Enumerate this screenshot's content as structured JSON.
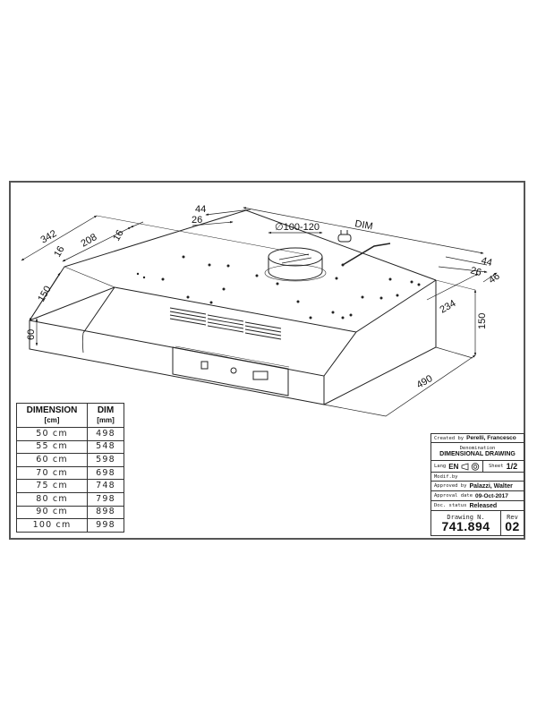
{
  "drawing": {
    "dimensions": {
      "top_left_depth": "342",
      "left_hole_span": "208",
      "left_offset_a": "16",
      "left_offset_b": "16",
      "top_left_44": "44",
      "top_left_26": "26",
      "duct_diameter": "∅100-120",
      "cable": "DIM",
      "right_44": "44",
      "right_26": "26",
      "right_46": "46",
      "right_234": "234",
      "right_height": "150",
      "depth": "490",
      "left_slope": "150",
      "front_height": "60"
    }
  },
  "size_table": {
    "headers": [
      {
        "title": "DIMENSION",
        "unit": "[cm]"
      },
      {
        "title": "DIM",
        "unit": "[mm]"
      }
    ],
    "rows": [
      {
        "size": "50  cm",
        "dim": "498"
      },
      {
        "size": "55  cm",
        "dim": "548"
      },
      {
        "size": "60  cm",
        "dim": "598"
      },
      {
        "size": "70  cm",
        "dim": "698"
      },
      {
        "size": "75  cm",
        "dim": "748"
      },
      {
        "size": "80  cm",
        "dim": "798"
      },
      {
        "size": "90  cm",
        "dim": "898"
      },
      {
        "size": "100  cm",
        "dim": "998"
      }
    ]
  },
  "title_block": {
    "created_by_label": "Created by",
    "created_by": "Perelli, Francesco",
    "denomination_label": "Denomination",
    "denomination": "DIMENSIONAL DRAWING",
    "lang_label": "Lang",
    "lang": "EN",
    "projection_icon": "first-angle-projection-icon",
    "sheet_label": "Sheet",
    "sheet": "1/2",
    "modif_label": "Modif.by",
    "modif_by": "",
    "approved_by_label": "Approved by",
    "approved_by": "Palazzi, Walter",
    "approval_date_label": "Approval date",
    "approval_date": "09-Oct-2017",
    "doc_status_label": "Doc. status",
    "doc_status": "Released",
    "drawing_no_label": "Drawing N.",
    "drawing_no": "741.894",
    "rev_label": "Rev",
    "rev": "02"
  }
}
